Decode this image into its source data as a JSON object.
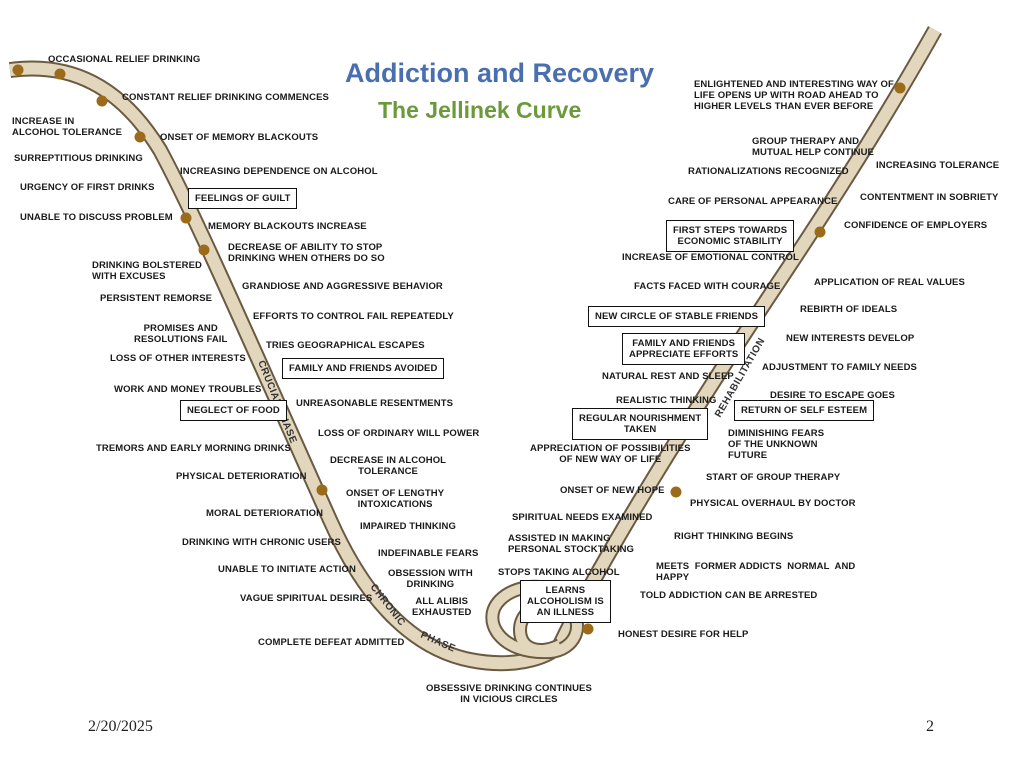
{
  "title": "Addiction and Recovery",
  "subtitle": "The Jellinek Curve",
  "footer": {
    "date": "2/20/2025",
    "page": "2"
  },
  "phases": {
    "crucial": "CRUCIAL PHASE",
    "chronic": "CHRONIC PHASE",
    "rehabilitation": "REHABILITATION"
  },
  "colors": {
    "curve_fill": "#e2d6bd",
    "curve_edge": "#6b5a42",
    "dot": "#9b6b1a",
    "title": "#4a6fb0",
    "subtitle": "#6a9a3a"
  },
  "left_labels": [
    "OCCASIONAL RELIEF DRINKING",
    "CONSTANT RELIEF DRINKING COMMENCES",
    "INCREASE IN\nALCOHOL TOLERANCE",
    "ONSET OF MEMORY BLACKOUTS",
    "SURREPTITIOUS DRINKING",
    "INCREASING DEPENDENCE ON ALCOHOL",
    "URGENCY OF FIRST DRINKS",
    "FEELINGS OF GUILT",
    "UNABLE TO DISCUSS PROBLEM",
    "MEMORY BLACKOUTS INCREASE",
    "DECREASE OF ABILITY TO STOP\nDRINKING WHEN OTHERS DO SO",
    "DRINKING BOLSTERED\nWITH EXCUSES",
    "GRANDIOSE AND AGGRESSIVE BEHAVIOR",
    "PERSISTENT REMORSE",
    "EFFORTS TO CONTROL FAIL REPEATEDLY",
    "PROMISES AND\nRESOLUTIONS FAIL",
    "TRIES GEOGRAPHICAL ESCAPES",
    "LOSS OF OTHER INTERESTS",
    "FAMILY AND FRIENDS AVOIDED",
    "WORK AND MONEY TROUBLES",
    "UNREASONABLE RESENTMENTS",
    "NEGLECT OF FOOD",
    "LOSS OF ORDINARY WILL POWER",
    "TREMORS AND EARLY MORNING DRINKS",
    "DECREASE IN ALCOHOL\nTOLERANCE",
    "PHYSICAL DETERIORATION",
    "ONSET OF LENGTHY\nINTOXICATIONS",
    "MORAL DETERIORATION",
    "IMPAIRED THINKING",
    "DRINKING WITH CHRONIC USERS",
    "INDEFINABLE FEARS",
    "UNABLE TO INITIATE ACTION",
    "OBSESSION WITH\nDRINKING",
    "VAGUE SPIRITUAL DESIRES",
    "ALL ALIBIS\nEXHAUSTED",
    "COMPLETE DEFEAT ADMITTED",
    "OBSESSIVE DRINKING CONTINUES\nIN VICIOUS CIRCLES"
  ],
  "right_labels": [
    "ENLIGHTENED AND INTERESTING WAY OF\nLIFE OPENS UP WITH ROAD AHEAD TO\nHIGHER LEVELS THAN EVER BEFORE",
    "GROUP THERAPY AND\nMUTUAL HELP CONTINUE",
    "RATIONALIZATIONS RECOGNIZED",
    "INCREASING TOLERANCE",
    "CARE OF PERSONAL APPEARANCE",
    "CONTENTMENT IN SOBRIETY",
    "FIRST STEPS TOWARDS\nECONOMIC STABILITY",
    "CONFIDENCE OF EMPLOYERS",
    "INCREASE OF EMOTIONAL CONTROL",
    "FACTS FACED WITH COURAGE",
    "APPLICATION OF REAL VALUES",
    "REBIRTH OF IDEALS",
    "NEW CIRCLE OF STABLE FRIENDS",
    "NEW INTERESTS DEVELOP",
    "FAMILY AND FRIENDS\nAPPRECIATE EFFORTS",
    "ADJUSTMENT TO FAMILY NEEDS",
    "NATURAL REST AND SLEEP",
    "DESIRE TO ESCAPE GOES",
    "REALISTIC THINKING",
    "RETURN OF SELF ESTEEM",
    "REGULAR NOURISHMENT\nTAKEN",
    "DIMINISHING FEARS\nOF THE UNKNOWN\nFUTURE",
    "APPRECIATION OF POSSIBILITIES\nOF NEW WAY OF LIFE",
    "START OF GROUP THERAPY",
    "ONSET OF NEW HOPE",
    "PHYSICAL OVERHAUL BY DOCTOR",
    "SPIRITUAL NEEDS EXAMINED",
    "RIGHT THINKING BEGINS",
    "ASSISTED IN MAKING\nPERSONAL STOCKTAKING",
    "MEETS  FORMER ADDICTS  NORMAL  AND\nHAPPY",
    "STOPS TAKING ALCOHOL",
    "LEARNS\nALCOHOLISM IS\nAN ILLNESS",
    "TOLD ADDICTION CAN BE ARRESTED",
    "HONEST DESIRE FOR HELP"
  ]
}
